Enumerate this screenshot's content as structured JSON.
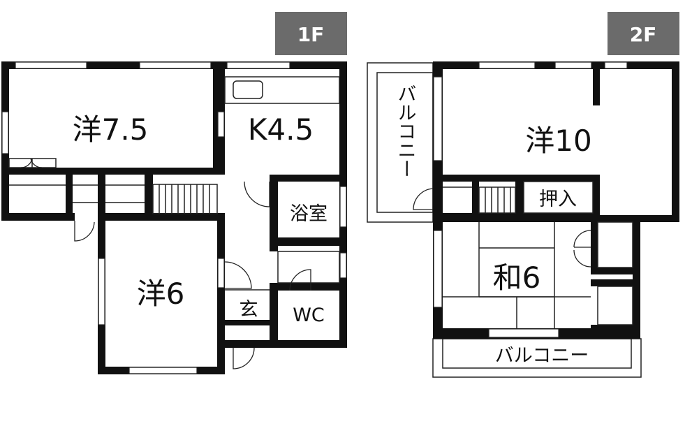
{
  "floors": {
    "first": {
      "tag": "1F",
      "rooms": {
        "western_large": "洋7.5",
        "kitchen": "K4.5",
        "bathroom": "浴室",
        "western_small": "洋6",
        "entrance": "玄",
        "toilet": "WC"
      }
    },
    "second": {
      "tag": "2F",
      "rooms": {
        "balcony_side": "バルコニー",
        "western": "洋10",
        "closet": "押入",
        "japanese": "和6",
        "balcony_bottom": "バルコニー"
      }
    }
  }
}
